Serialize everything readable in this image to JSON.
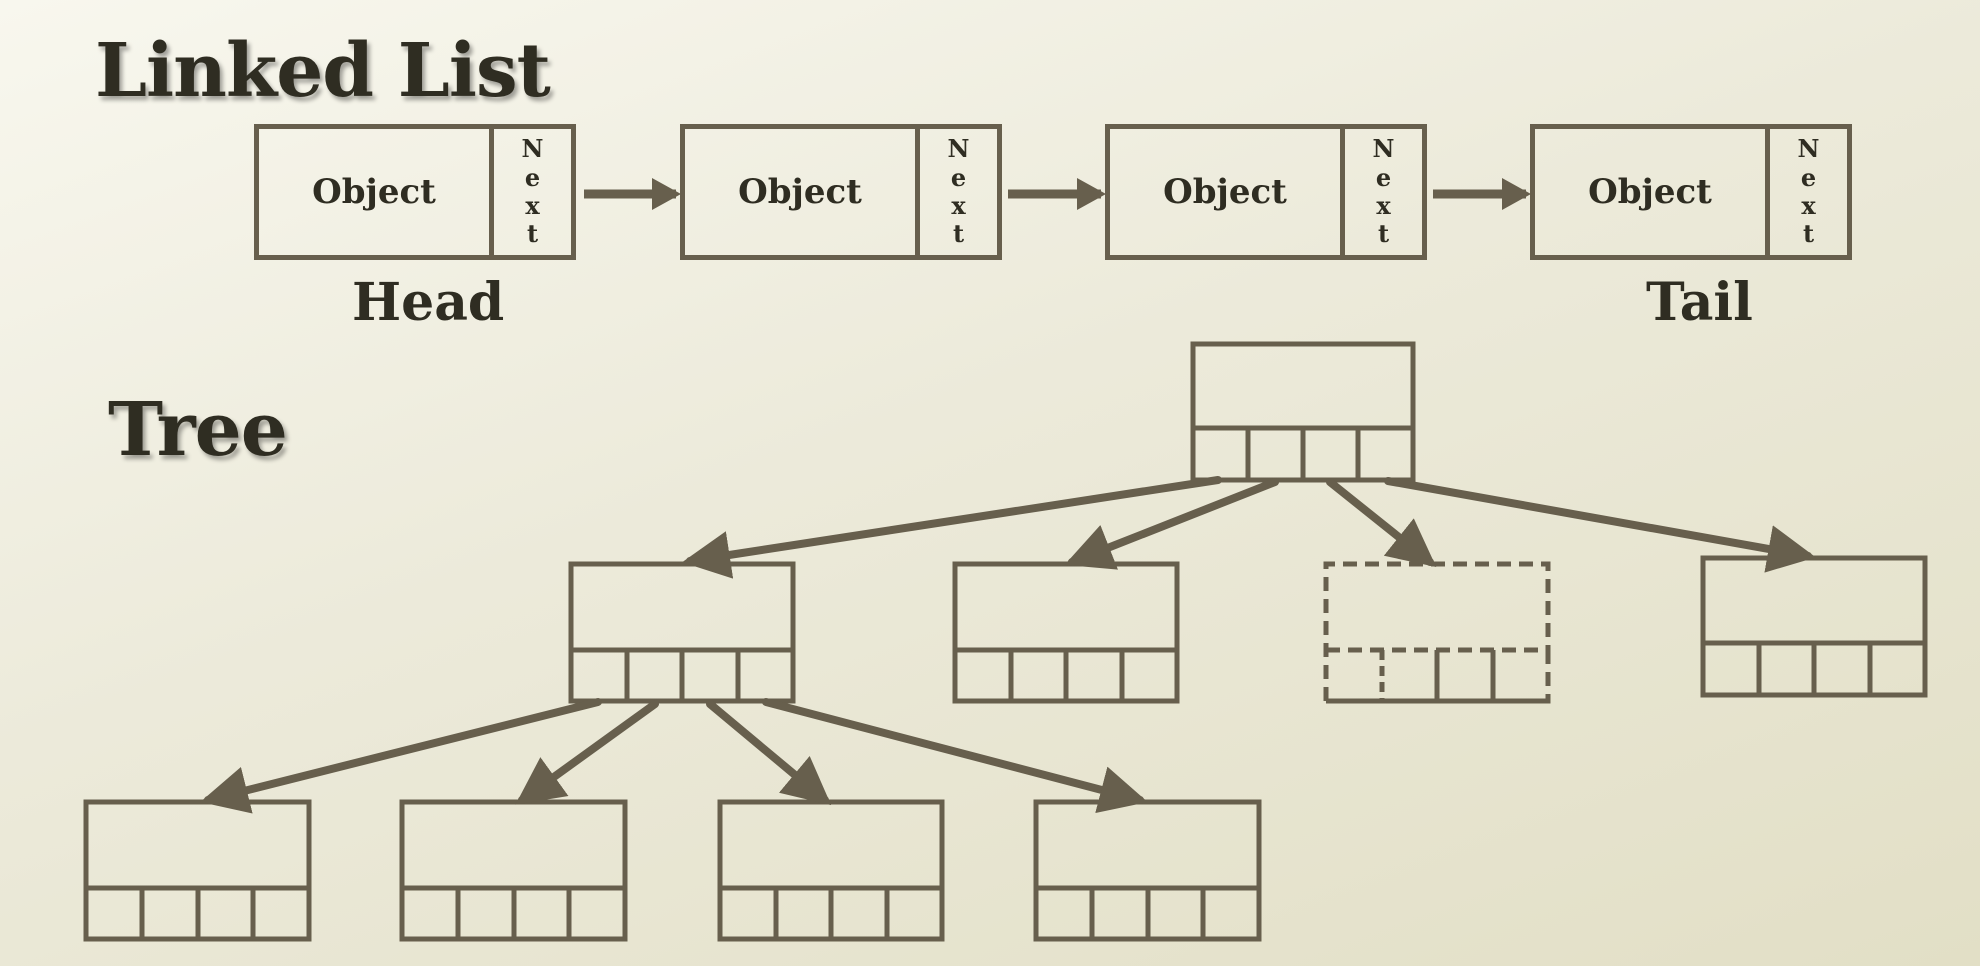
{
  "titles": {
    "linked_list": "Linked List",
    "tree": "Tree"
  },
  "linked_list": {
    "nodes": [
      {
        "object_label": "Object",
        "next_letters": [
          "N",
          "e",
          "x",
          "t"
        ]
      },
      {
        "object_label": "Object",
        "next_letters": [
          "N",
          "e",
          "x",
          "t"
        ]
      },
      {
        "object_label": "Object",
        "next_letters": [
          "N",
          "e",
          "x",
          "t"
        ]
      },
      {
        "object_label": "Object",
        "next_letters": [
          "N",
          "e",
          "x",
          "t"
        ]
      }
    ],
    "head_label": "Head",
    "tail_label": "Tail"
  },
  "colors": {
    "stroke": "#675f4d",
    "text": "#2f2d22"
  }
}
